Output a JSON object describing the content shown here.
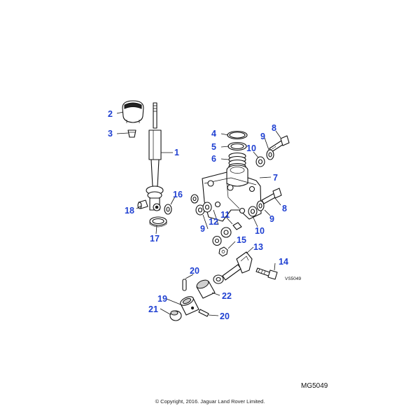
{
  "diagram": {
    "view_ref": "VS5049",
    "drawing_code": "MG5049",
    "copyright": "© Copyright, 2016. Jaguar Land Rover Limited.",
    "callouts": {
      "c1": "1",
      "c2": "2",
      "c3": "3",
      "c4": "4",
      "c5": "5",
      "c6": "6",
      "c7": "7",
      "c8a": "8",
      "c8b": "8",
      "c9a": "9",
      "c9b": "9",
      "c9c": "9",
      "c10a": "10",
      "c10b": "10",
      "c11": "11",
      "c12": "12",
      "c13": "13",
      "c14": "14",
      "c15": "15",
      "c16": "16",
      "c17": "17",
      "c18": "18",
      "c19": "19",
      "c20a": "20",
      "c20b": "20",
      "c21": "21",
      "c22": "22"
    },
    "callout_color": "#1e3fd1"
  }
}
